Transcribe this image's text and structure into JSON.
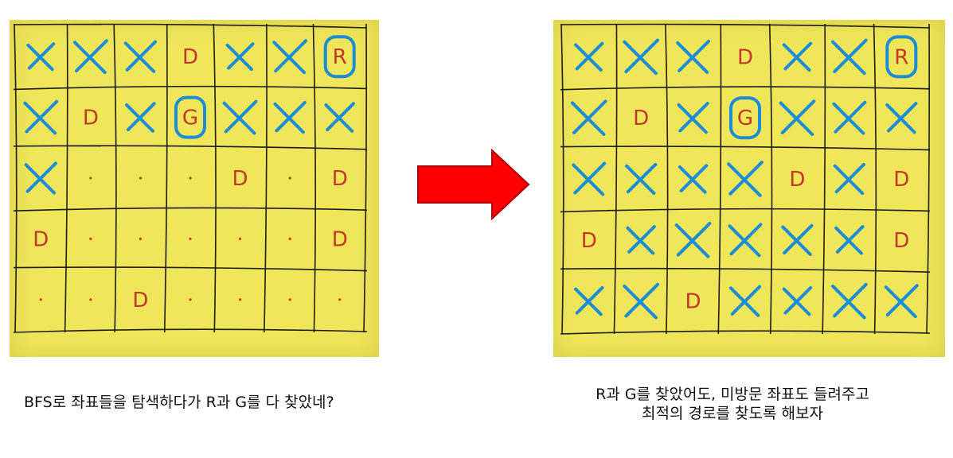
{
  "colors": {
    "paper": "#efe65a",
    "grid_line": "#1c1c1c",
    "x_mark": "#1a8cd8",
    "d_mark": "#c0392b",
    "arrow": "#ff0000",
    "arrow_outline": "#b00000"
  },
  "left_board": {
    "rows": [
      [
        "X",
        "X",
        "X",
        "D",
        "X",
        "X",
        "R"
      ],
      [
        "X",
        "D",
        "X",
        "G",
        "X",
        "X",
        "X"
      ],
      [
        "X",
        ".",
        ".",
        ".",
        "D",
        ".",
        "D"
      ],
      [
        "D",
        ".",
        ".",
        ".",
        ".",
        ".",
        "D"
      ],
      [
        ".",
        ".",
        "D",
        ".",
        ".",
        ".",
        "."
      ]
    ],
    "circled": [
      "R",
      "G"
    ]
  },
  "right_board": {
    "rows": [
      [
        "X",
        "X",
        "X",
        "D",
        "X",
        "X",
        "R"
      ],
      [
        "X",
        "D",
        "X",
        "G",
        "X",
        "X",
        "X"
      ],
      [
        "X",
        "X",
        "X",
        "X",
        "D",
        "X",
        "D"
      ],
      [
        "D",
        "X",
        "X",
        "X",
        "X",
        "X",
        "D"
      ],
      [
        "X",
        "X",
        "D",
        "X",
        "X",
        "X",
        "X"
      ]
    ],
    "circled": [
      "R",
      "G"
    ]
  },
  "captions": {
    "left": "BFS로 좌표들을 탐색하다가 R과 G를 다 찾았네?",
    "right_line1": "R과 G를 찾았어도, 미방문 좌표도 들려주고",
    "right_line2": "최적의 경로를 찾도록 해보자"
  },
  "icons": {
    "arrow": "right-arrow-icon"
  }
}
